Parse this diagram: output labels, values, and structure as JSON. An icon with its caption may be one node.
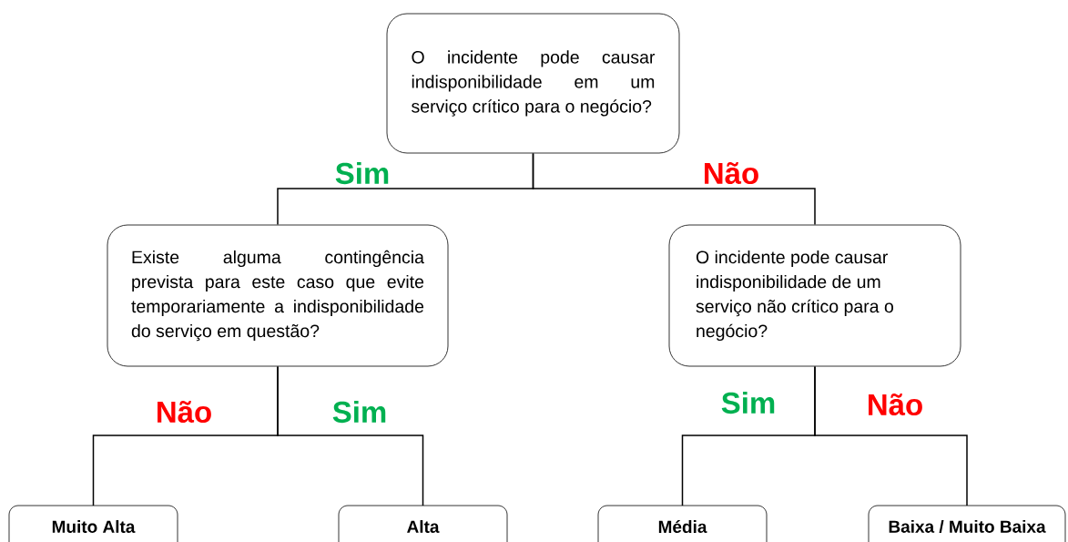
{
  "diagram": {
    "nodes": [
      {
        "text": [
          "O incidente pode causar indisponibilidade em um serviço crítico para o negócio?"
        ]
      },
      {
        "text": [
          "Existe alguma contingência prevista para este caso que evite temporariamente a indisponibilidade do serviço em questão?"
        ]
      },
      {
        "text": [
          "O incidente pode causar indisponibilidade de um serviço não crítico para o negócio?"
        ]
      },
      {
        "text": [
          "Muito Alta"
        ]
      },
      {
        "text": [
          "Alta"
        ]
      },
      {
        "text": [
          "Média"
        ]
      },
      {
        "text": [
          "Baixa / Muito Baixa"
        ]
      }
    ],
    "edges": [
      {
        "from": 0,
        "to": 1,
        "arrow": "none",
        "label": "Sim"
      },
      {
        "from": 0,
        "to": 2,
        "arrow": "none",
        "label": "Não"
      },
      {
        "from": 1,
        "to": 3,
        "arrow": "none",
        "label": "Não"
      },
      {
        "from": 1,
        "to": 4,
        "arrow": "none",
        "label": "Sim"
      },
      {
        "from": 2,
        "to": 5,
        "arrow": "none",
        "label": "Sim"
      },
      {
        "from": 2,
        "to": 6,
        "arrow": "none",
        "label": "Não"
      }
    ]
  }
}
